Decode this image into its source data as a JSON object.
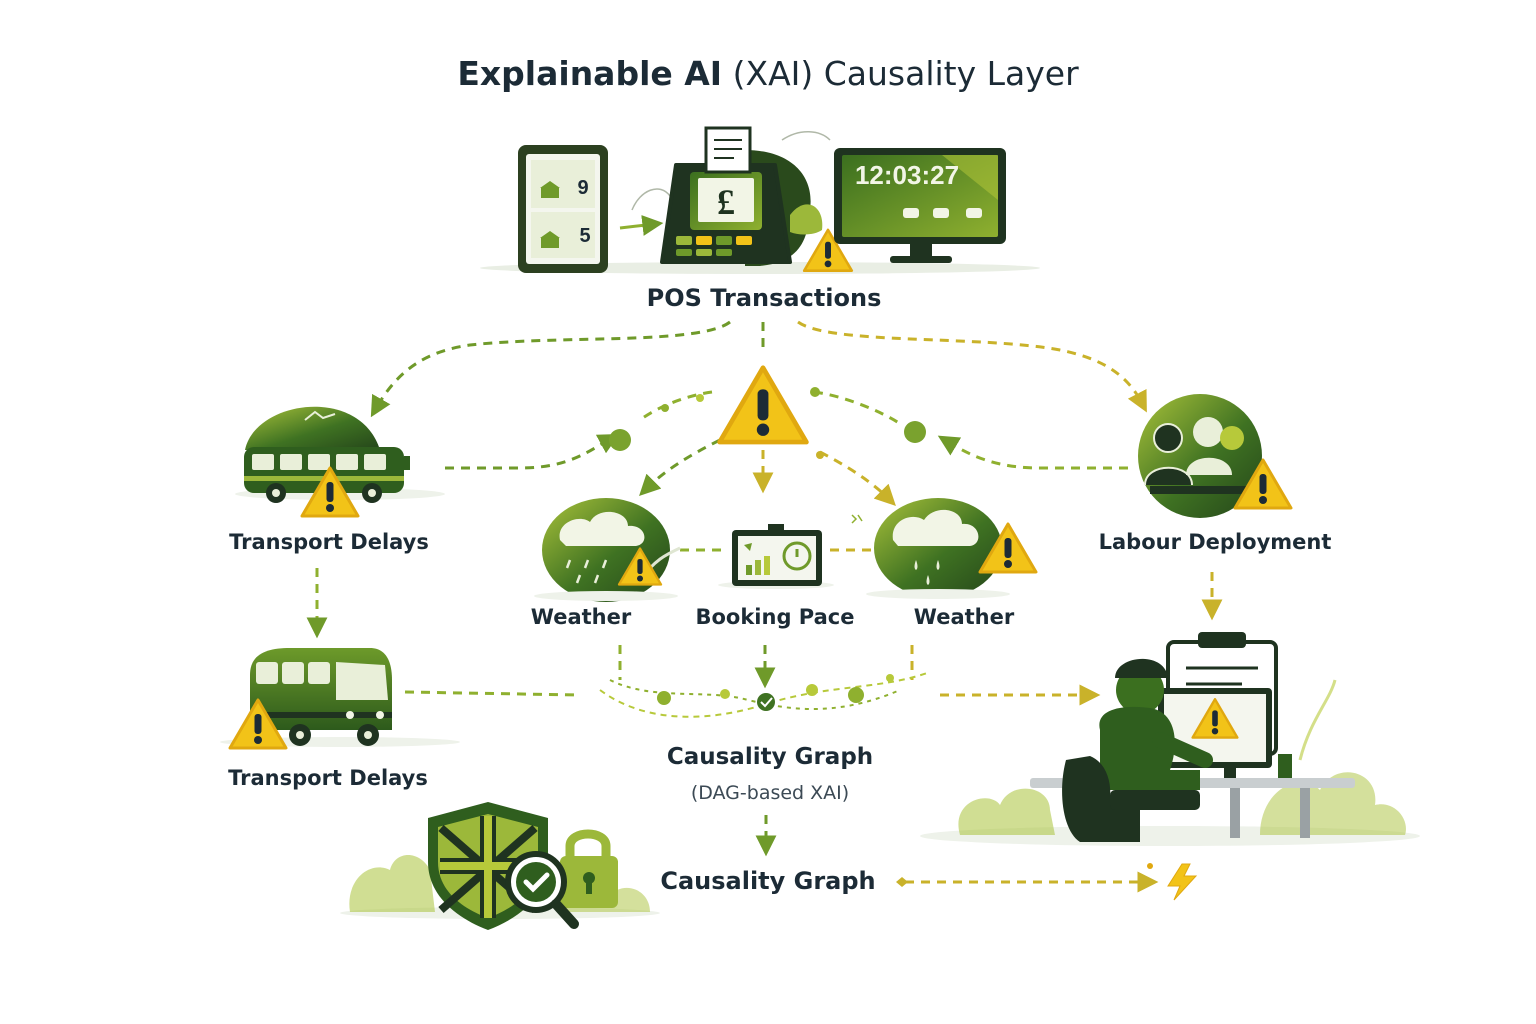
{
  "title": {
    "strong": "Explainable AI",
    "light": "(XAI) Causality Layer"
  },
  "tablet": {
    "row1": "9",
    "row2": "5"
  },
  "pos_terminal": {
    "currency": "£"
  },
  "monitor": {
    "time": "12:03:27"
  },
  "nodes": {
    "pos": "POS Transactions",
    "transport_top": "Transport Delays",
    "labour": "Labour Deployment",
    "weather_left": "Weather",
    "booking": "Booking Pace",
    "weather_right": "Weather",
    "transport_bottom": "Transport Delays",
    "causality_graph": "Causality Graph",
    "causality_sub": "(DAG-based XAI)",
    "causality_graph_bottom": "Causality Graph"
  },
  "colors": {
    "dark_green": "#2f5e1e",
    "mid_green": "#5c8a2a",
    "light_green": "#9cb83a",
    "warning_yellow": "#f2c318",
    "text": "#1c2b36"
  },
  "icons": [
    "tablet-icon",
    "pos-terminal-icon",
    "monitor-icon",
    "bus-icon",
    "staff-icon",
    "weather-cloud-icon",
    "booking-dashboard-icon",
    "warning-icon",
    "operator-desk-icon",
    "uk-shield-icon",
    "magnifier-check-icon",
    "padlock-icon",
    "lightning-icon"
  ]
}
